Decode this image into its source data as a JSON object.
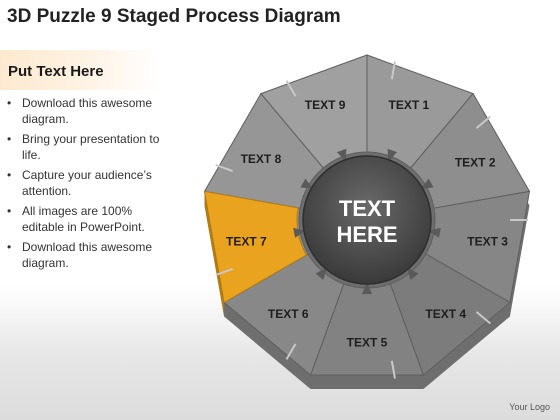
{
  "title": "3D Puzzle 9 Staged Process Diagram",
  "subtitle": "Put Text Here",
  "bullets": [
    "Download this awesome diagram.",
    "Bring your presentation to life.",
    "Capture your audience’s attention.",
    "All images are 100% editable in PowerPoint.",
    "Download this awesome diagram."
  ],
  "diagram": {
    "center_line1": "TEXT",
    "center_line2": "HERE",
    "segments": [
      {
        "label": "TEXT 1"
      },
      {
        "label": "TEXT 2"
      },
      {
        "label": "TEXT 3"
      },
      {
        "label": "TEXT 4"
      },
      {
        "label": "TEXT 5"
      },
      {
        "label": "TEXT 6"
      },
      {
        "label": "TEXT 7"
      },
      {
        "label": "TEXT 8"
      },
      {
        "label": "TEXT 9"
      }
    ],
    "highlighted_segment": "TEXT 7",
    "colors": {
      "segment": "#8c8c8c",
      "segment_edge": "#5f5f5f",
      "highlight": "#e9a31e",
      "center": "#4a4a4a"
    }
  },
  "logo": "Your Logo"
}
